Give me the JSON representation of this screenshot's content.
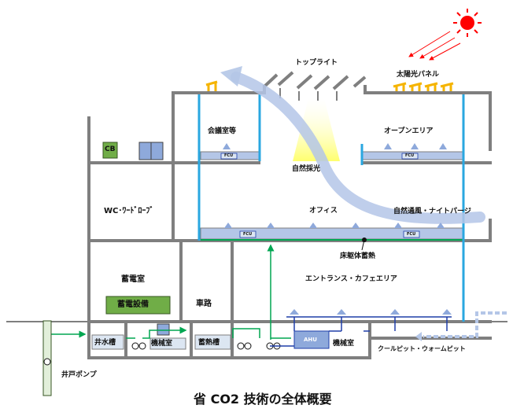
{
  "title": "省 CO2 技術の全体概要",
  "labels": {
    "toplight": "トップライト",
    "solar_panel": "太陽光パネル",
    "meeting_room": "会議室等",
    "open_area": "オープンエリア",
    "daylight": "自然採光",
    "cb": "CB",
    "wc": "WC･ﾜｰﾄﾞﾛｰﾌﾞ",
    "office": "オフィス",
    "natural_ventilation": "自然通風・ナイトパージ",
    "slab_storage": "床躯体蓄熱",
    "battery_room": "蓄電室",
    "entrance": "エントランス・カフェエリア",
    "roadway": "車路",
    "battery_equipment": "蓄電設備",
    "well_water_tank": "井水槽",
    "machine_room_1": "機械室",
    "heat_storage_tank": "蓄熱槽",
    "ahu": "AHU",
    "machine_room_2": "機械室",
    "cool_pit": "クールピット・ウォームピット",
    "well_pump": "井戸ポンプ",
    "fcu": "FCU"
  },
  "colors": {
    "wall": "#7f7f7f",
    "glass": "#2aa7e0",
    "green_pipe": "#00a651",
    "blue_pipe": "#1f3ea8",
    "arrow_gray": "#b4c6e7",
    "sun": "#ff0000",
    "panel": "#f5b400",
    "light": "#ffff00",
    "battery_fill": "#70ad47",
    "tank_fill": "#dce6f2"
  }
}
